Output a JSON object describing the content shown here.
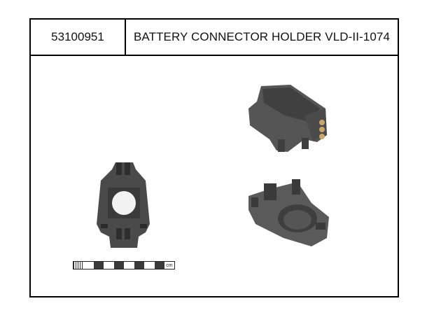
{
  "header": {
    "part_number": "53100951",
    "part_title": "BATTERY CONNECTOR HOLDER VLD-II-1074"
  },
  "images": [
    {
      "name": "front-view",
      "description": "flat holder top view"
    },
    {
      "name": "angled-view-top",
      "description": "holder with brass connector pins"
    },
    {
      "name": "angled-view-bottom",
      "description": "holder perspective with round opening"
    }
  ],
  "scale_bar": {
    "unit_label": "cm"
  },
  "colors": {
    "part_gray": "#505050",
    "part_dark": "#3c3c3c",
    "brass": "#c9a56a",
    "border": "#000000"
  }
}
